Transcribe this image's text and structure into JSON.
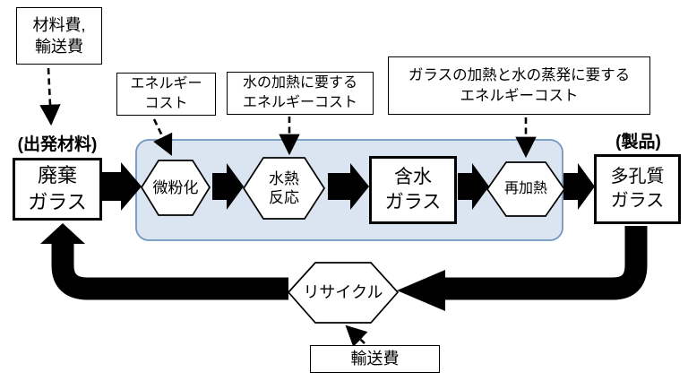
{
  "diagram": {
    "labels": {
      "start_material": "(出発材料)",
      "product": "(製品)"
    },
    "cost_boxes": {
      "materials": "材料費,\n輸送費",
      "energy": "エネルギー\nコスト",
      "water_heating": "水の加熱に要する\nエネルギーコスト",
      "glass_heating": "ガラスの加熱と水の蒸発に要する\nエネルギーコスト",
      "transport": "輸送費"
    },
    "nodes": {
      "waste_glass": "廃棄\nガラス",
      "pulverization": "微粉化",
      "hydrothermal_reaction": "水熱\n反応",
      "hydrous_glass": "含水\nガラス",
      "reheating": "再加熱",
      "porous_glass": "多孔質\nガラス",
      "recycle": "リサイクル"
    },
    "colors": {
      "process_area_fill": "#dbe5f1",
      "process_area_border": "#7096c1",
      "arrow": "#000000"
    }
  }
}
